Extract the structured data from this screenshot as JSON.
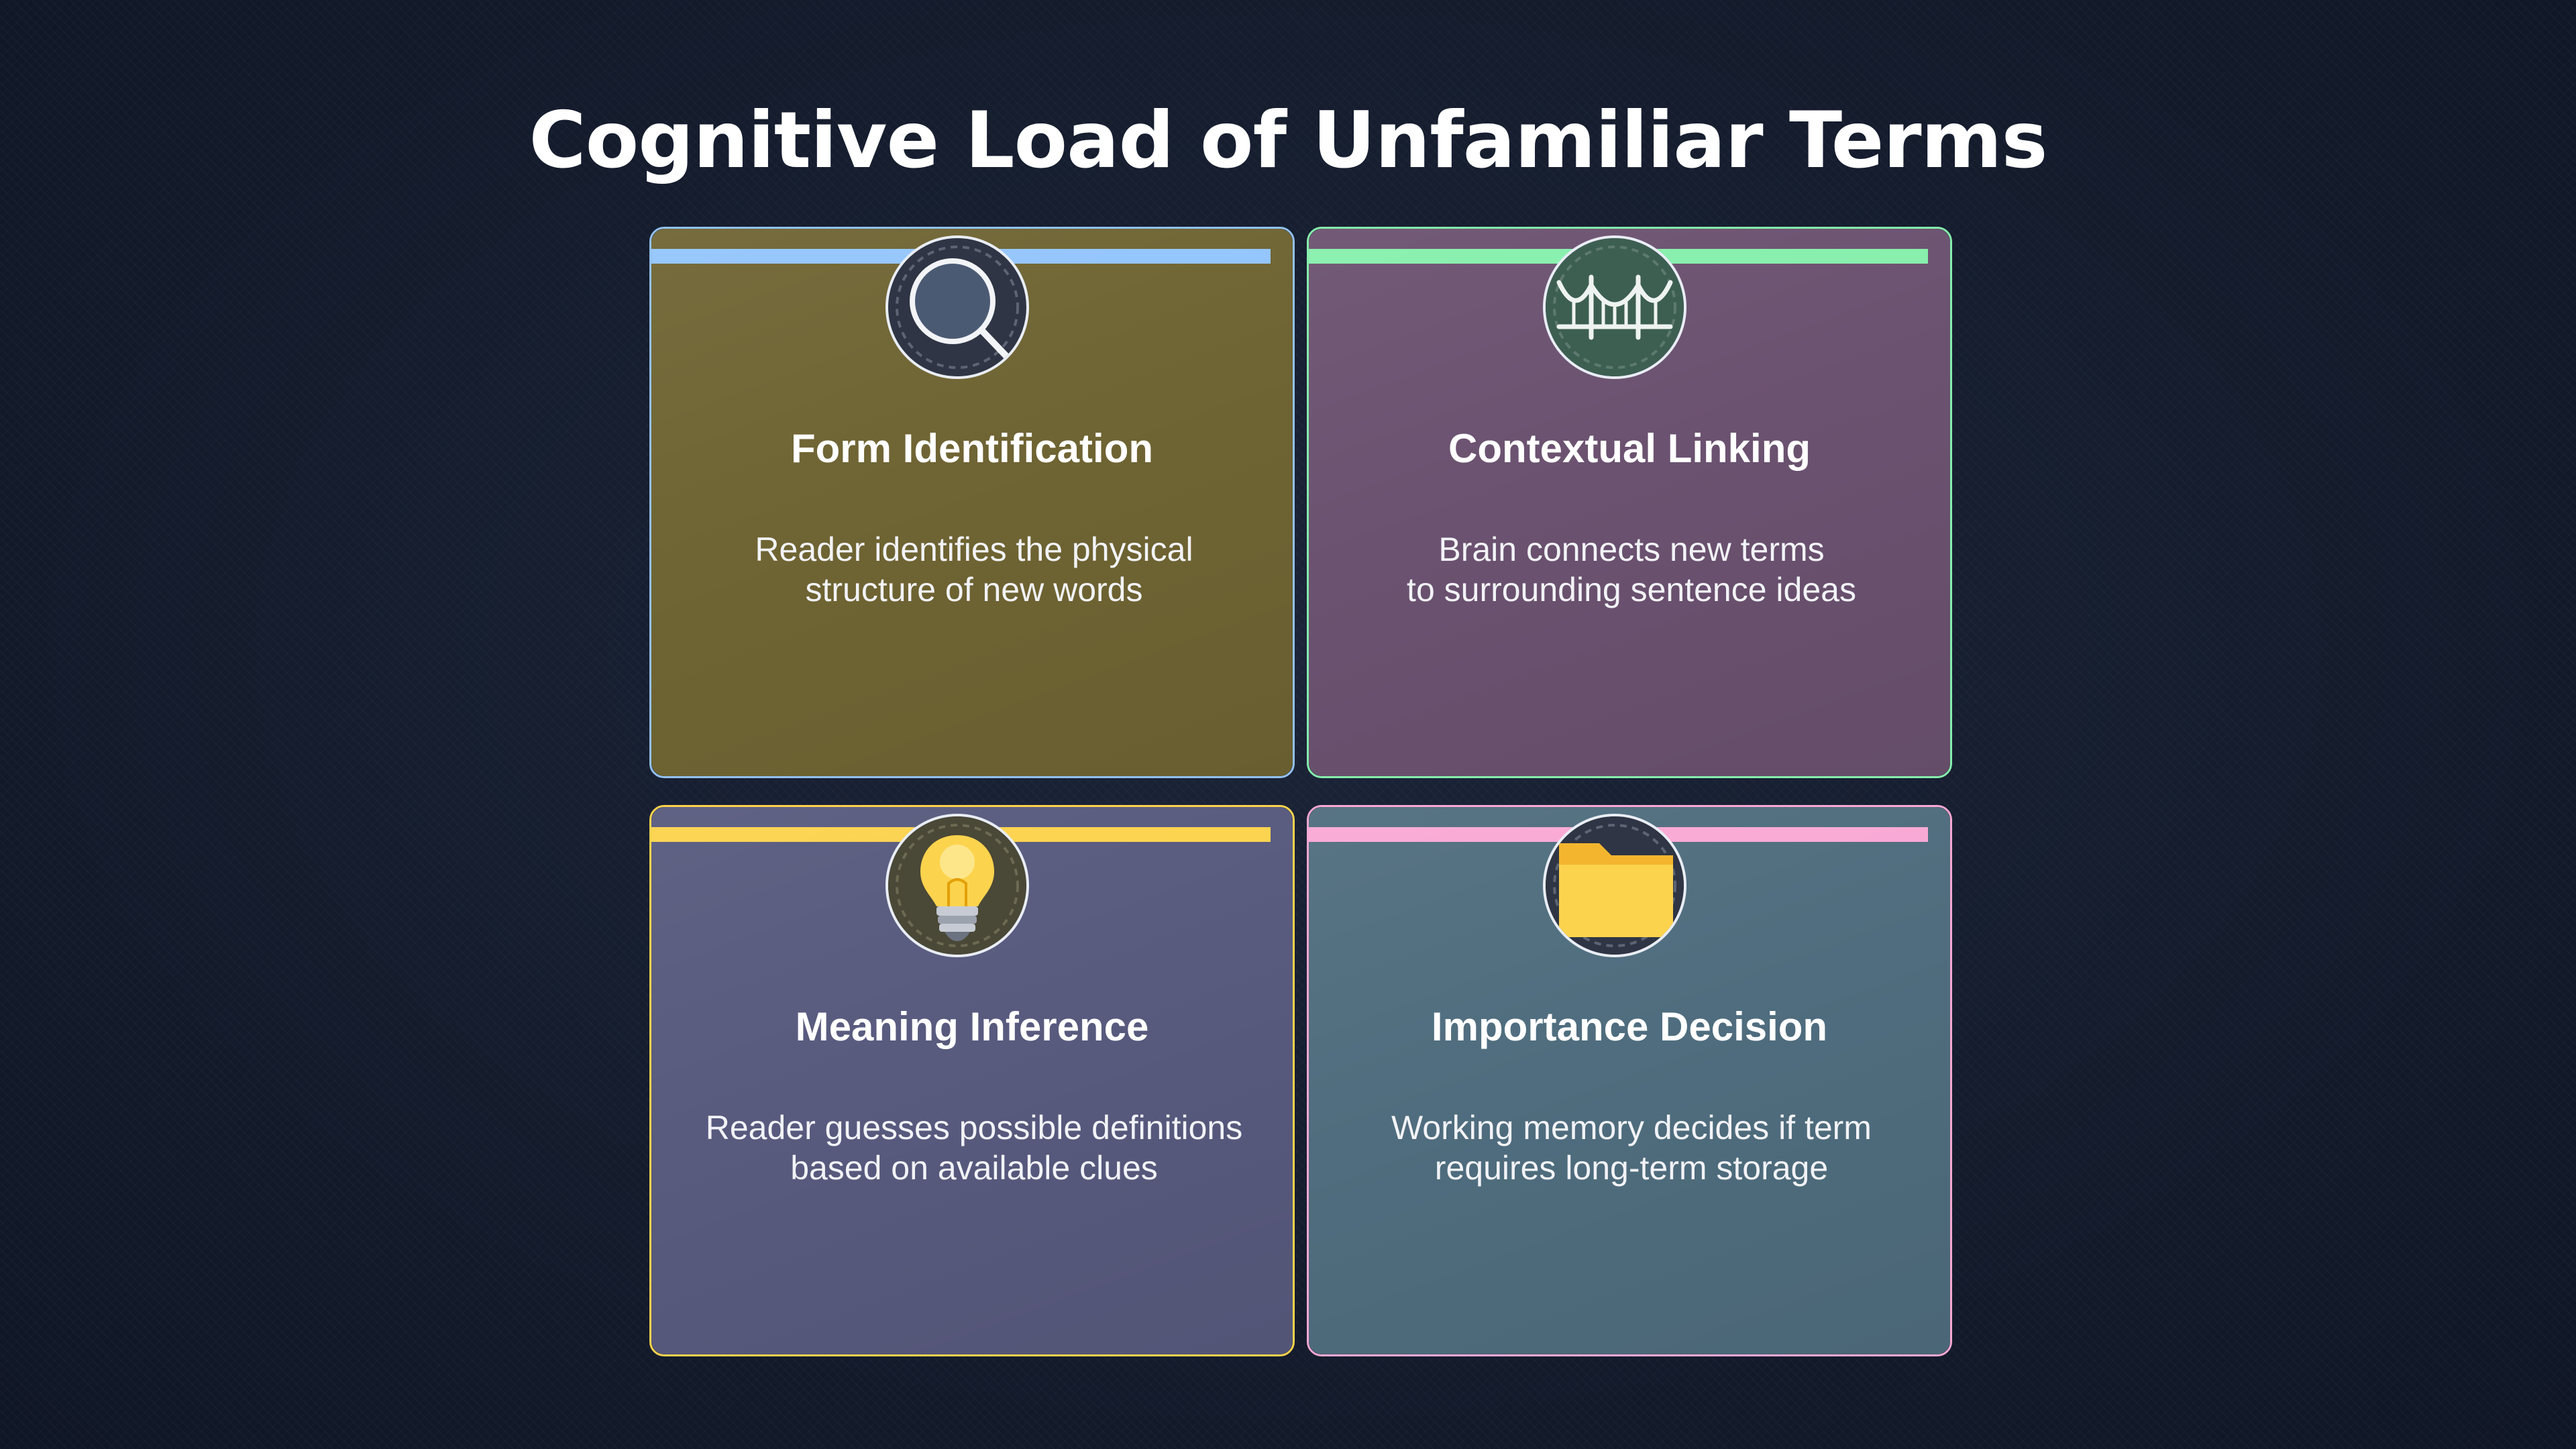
{
  "title": "Cognitive Load of Unfamiliar Terms",
  "cards": [
    {
      "title": "Form Identification",
      "desc_lines": [
        "Reader identifies the physical",
        "structure of new words"
      ],
      "icon": "magnifying-glass-icon",
      "bg": "#6f6433",
      "border": "#93c1f2",
      "accent": "#93c5fd"
    },
    {
      "title": "Contextual Linking",
      "desc_lines": [
        "Brain connects new terms",
        "to surrounding sentence ideas"
      ],
      "icon": "bridge-icon",
      "bg": "#6b5270",
      "border": "#86efac",
      "accent": "#86efac"
    },
    {
      "title": "Meaning Inference",
      "desc_lines": [
        "Reader guesses possible definitions",
        "based on available clues"
      ],
      "icon": "light-bulb-icon",
      "bg": "#585a7e",
      "border": "#fcd34d",
      "accent": "#fcd34d"
    },
    {
      "title": "Importance Decision",
      "desc_lines": [
        "Working memory decides if term",
        "requires long-term storage"
      ],
      "icon": "folder-icon",
      "bg": "#4f6d7e",
      "border": "#f9a8d4",
      "accent": "#f9a8d4"
    }
  ]
}
